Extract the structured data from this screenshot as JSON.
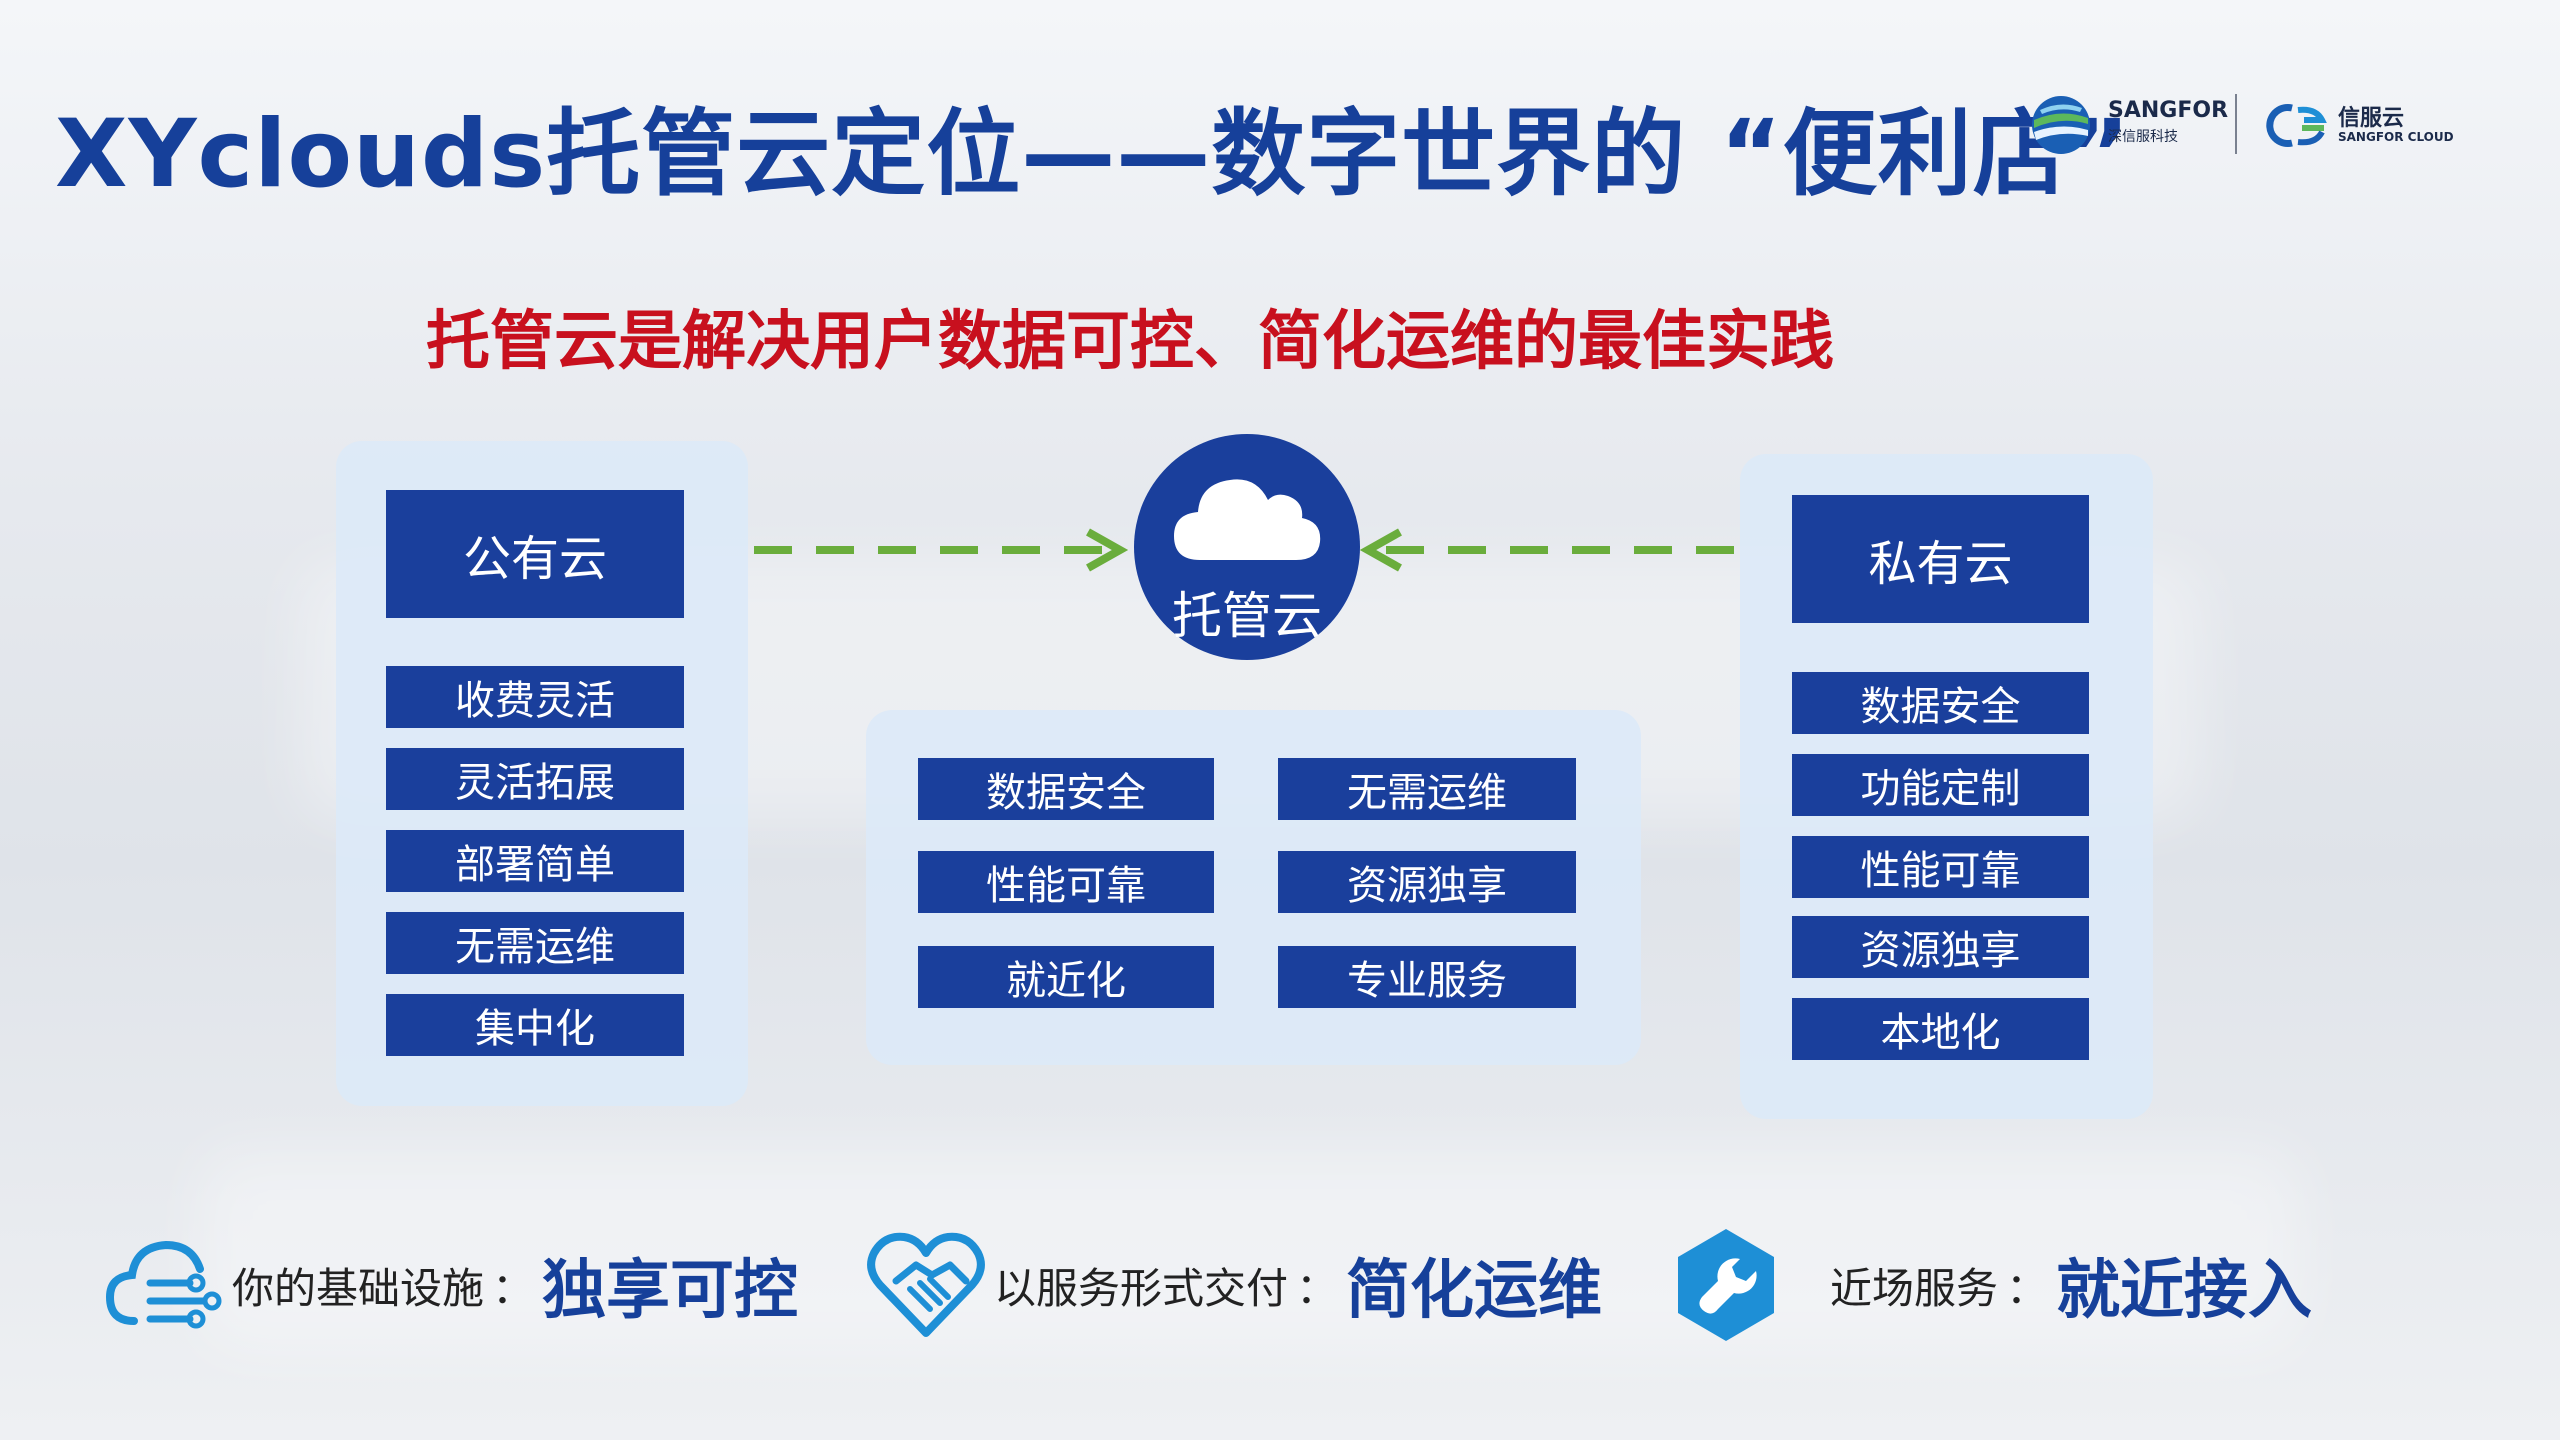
{
  "title": "XYclouds托管云定位——数字世界的 “便利店”",
  "logos": {
    "sangfor_name": "SANGFOR",
    "sangfor_sub": "深信服科技",
    "cloud_name": "信服云",
    "cloud_sub": "SANGFOR CLOUD"
  },
  "subtitle": "托管云是解决用户数据可控、简化运维的最佳实践",
  "public_cloud": {
    "label": "公有云",
    "features": [
      "收费灵活",
      "灵活拓展",
      "部署简单",
      "无需运维",
      "集中化"
    ]
  },
  "hosted_cloud": {
    "label": "托管云",
    "features": [
      "数据安全",
      "无需运维",
      "性能可靠",
      "资源独享",
      "就近化",
      "专业服务"
    ]
  },
  "private_cloud": {
    "label": "私有云",
    "features": [
      "数据安全",
      "功能定制",
      "性能可靠",
      "资源独享",
      "本地化"
    ]
  },
  "bottom": [
    {
      "icon": "cloud-network-icon",
      "label": "你的基础设施",
      "colon": "：",
      "value": "独享可控"
    },
    {
      "icon": "heart-handshake-icon",
      "label": "以服务形式交付",
      "colon": "：",
      "value": "简化运维"
    },
    {
      "icon": "wrench-icon",
      "label": "近场服务",
      "colon": "：",
      "value": "就近接入"
    }
  ],
  "colors": {
    "brand_blue": "#1a3f9c",
    "title_blue": "#16409a",
    "subtitle_red": "#c8101e",
    "arrow_green": "#6aad3c",
    "icon_blue": "#1e8fd6"
  }
}
